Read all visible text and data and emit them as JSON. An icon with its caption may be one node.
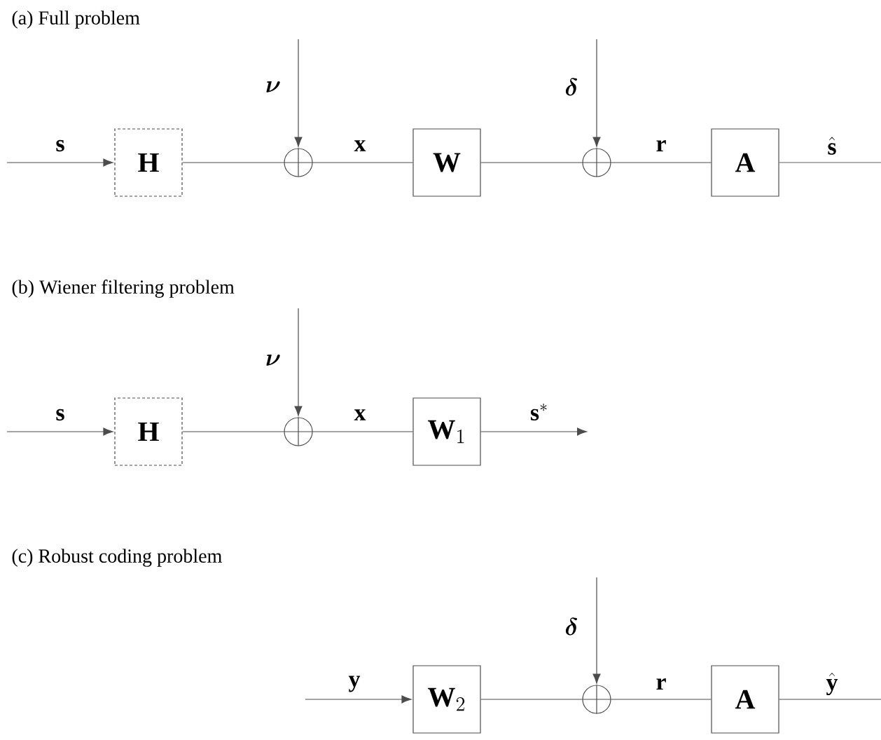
{
  "diagram": {
    "nodes": [
      {
        "text": [
          "\\mathbf{H}"
        ]
      },
      {
        "text": [],
        "shape": "circle"
      },
      {
        "text": [
          "\\mathbf{W}"
        ]
      },
      {
        "text": [],
        "shape": "circle"
      },
      {
        "text": [
          "\\mathbf{A}"
        ]
      },
      {
        "text": [
          "\\mathbf{H}"
        ]
      },
      {
        "text": [],
        "shape": "circle"
      },
      {
        "text": [
          "\\mathbf{W}_1"
        ]
      },
      {
        "text": [
          "\\mathbf{W}_2"
        ]
      },
      {
        "text": [],
        "shape": "circle"
      },
      {
        "text": [
          "\\mathbf{A}"
        ]
      }
    ],
    "edges": [
      {
        "from": null,
        "to": 0,
        "arrow": "to",
        "label": "\\mathbf{s}"
      },
      {
        "from": 0,
        "to": 1,
        "arrow": "none"
      },
      {
        "from": null,
        "to": 1,
        "arrow": "to",
        "label": "\\boldsymbol{\\nu}"
      },
      {
        "from": 1,
        "to": 2,
        "arrow": "none",
        "label": "\\mathbf{x}"
      },
      {
        "from": 2,
        "to": 3,
        "arrow": "none"
      },
      {
        "from": null,
        "to": 3,
        "arrow": "to",
        "label": "\\boldsymbol{\\delta}"
      },
      {
        "from": 3,
        "to": 4,
        "arrow": "none",
        "label": "\\mathbf{r}"
      },
      {
        "from": 4,
        "to": null,
        "arrow": "none",
        "label": "\\hat{\\mathbf{s}}"
      },
      {
        "from": null,
        "to": 5,
        "arrow": "to",
        "label": "\\mathbf{s}"
      },
      {
        "from": 5,
        "to": 6,
        "arrow": "none"
      },
      {
        "from": null,
        "to": 6,
        "arrow": "to",
        "label": "\\boldsymbol{\\nu}"
      },
      {
        "from": 6,
        "to": 7,
        "arrow": "none",
        "label": "\\mathbf{x}"
      },
      {
        "from": 7,
        "to": null,
        "arrow": "to",
        "label": "\\mathbf{s}^*"
      },
      {
        "from": null,
        "to": 8,
        "arrow": "to",
        "label": "\\mathbf{y}"
      },
      {
        "from": 8,
        "to": 9,
        "arrow": "none"
      },
      {
        "from": null,
        "to": 9,
        "arrow": "to",
        "label": "\\boldsymbol{\\delta}"
      },
      {
        "from": 9,
        "to": 10,
        "arrow": "none",
        "label": "\\mathbf{r}"
      },
      {
        "from": 10,
        "to": null,
        "arrow": "none",
        "label": "\\hat{\\mathbf{y}}"
      }
    ],
    "labels": [
      "(a) Full problem",
      "(b) Wiener filtering problem",
      "(c) Robust coding problem"
    ]
  }
}
